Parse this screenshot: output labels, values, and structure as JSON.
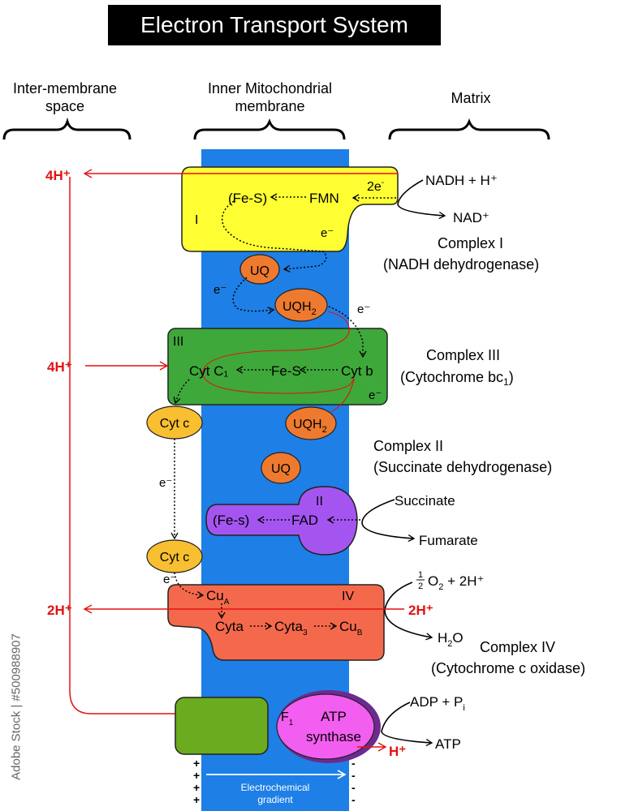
{
  "title": "Electron Transport System",
  "headers": {
    "intermembrane_line1": "Inter-membrane",
    "intermembrane_line2": "space",
    "inner_line1": "Inner Mitochondrial",
    "inner_line2": "membrane",
    "matrix": "Matrix"
  },
  "protons": {
    "c1": "4H⁺",
    "c3": "4H⁺",
    "c4_left": "2H⁺",
    "c4_right": "2H⁺",
    "atp_out": "H⁺"
  },
  "complex_i": {
    "roman": "I",
    "fes": "(Fe-S)",
    "fmn": "FMN",
    "e2": "2e",
    "nadh": "NADH + H⁺",
    "nad": "NAD⁺",
    "name": "Complex I",
    "full": "(NADH dehydrogenase)",
    "e_down": "e⁻"
  },
  "carriers": {
    "uq": "UQ",
    "uqh2": "UQH",
    "sub2": "2",
    "cytc": "Cyt c",
    "e": "e⁻"
  },
  "complex_iii": {
    "roman": "III",
    "cytc1": "Cyt C₁",
    "fes": "Fe-S",
    "cytb": "Cyt b",
    "name": "Complex III",
    "full": "(Cytochrome bc",
    "full_sub": "1",
    "full_end": ")"
  },
  "complex_ii": {
    "roman": "II",
    "fes": "(Fe-s)",
    "fad": "FAD",
    "succinate": "Succinate",
    "fumarate": "Fumarate",
    "name": "Complex II",
    "full": "(Succinate dehydrogenase)"
  },
  "complex_iv": {
    "roman": "IV",
    "cua": "Cu",
    "cua_sub": "A",
    "cyta": "Cyta",
    "cyta3": "Cyta",
    "cyta3_sub": "3",
    "cub": "Cu",
    "cub_sub": "B",
    "frac_num": "1",
    "frac_den": "2",
    "o2": "O",
    "o2_sub": "2",
    "o2_rest": " + 2H⁺",
    "h2o": "H",
    "h2o_sub": "2",
    "h2o_end": "O",
    "name": "Complex IV",
    "full": "(Cytochrome c oxidase)"
  },
  "atp_synthase": {
    "f1": "F",
    "f1_sub": "1",
    "line1": "ATP",
    "line2": "synthase",
    "adp": "ADP + P",
    "adp_sub": "i",
    "atp": "ATP"
  },
  "gradient": {
    "line1": "Electrochemical",
    "line2": "gradient",
    "plus": "+",
    "minus": "-"
  },
  "watermark": "Adobe Stock | #500988907",
  "colors": {
    "membrane": "#1e7fe6",
    "complex_i": "#ffff33",
    "complex_iii": "#3ea83a",
    "complex_ii": "#a455f0",
    "complex_iv": "#f4694c",
    "f0": "#6aab1f",
    "f1": "#f25ef0",
    "f1_rim": "#6d2a8f",
    "ubiquinone": "#ee7a2f",
    "cytochrome_c": "#f8bf30",
    "proton": "#e31212"
  }
}
